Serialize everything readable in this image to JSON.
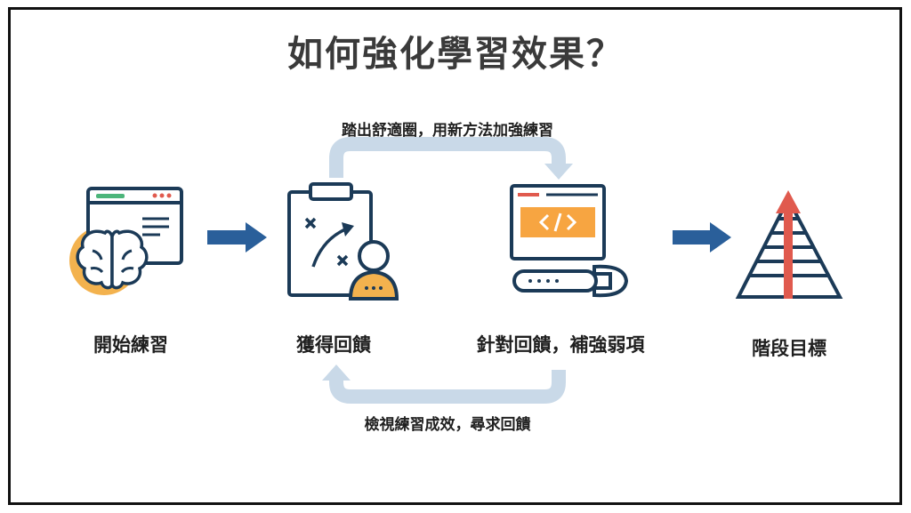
{
  "title": "如何強化學習效果？",
  "steps": [
    {
      "label": "開始練習",
      "icon": "brain-browser-icon"
    },
    {
      "label": "獲得回饋",
      "icon": "clipboard-strategy-icon"
    },
    {
      "label": "針對回饋，補強弱項",
      "icon": "code-wrench-icon"
    },
    {
      "label": "階段目標",
      "icon": "pyramid-arrow-icon"
    }
  ],
  "loop": {
    "top_label": "踏出舒適圈，用新方法加強練習",
    "bottom_label": "檢視練習成效，尋求回饋"
  },
  "colors": {
    "navy": "#1b3a57",
    "blue_arrow": "#2a5f9a",
    "loop_arrow": "#c9d9e8",
    "orange": "#f3b24e",
    "code_orange": "#f7a541",
    "red": "#e05a4e",
    "green": "#4cb57a"
  }
}
